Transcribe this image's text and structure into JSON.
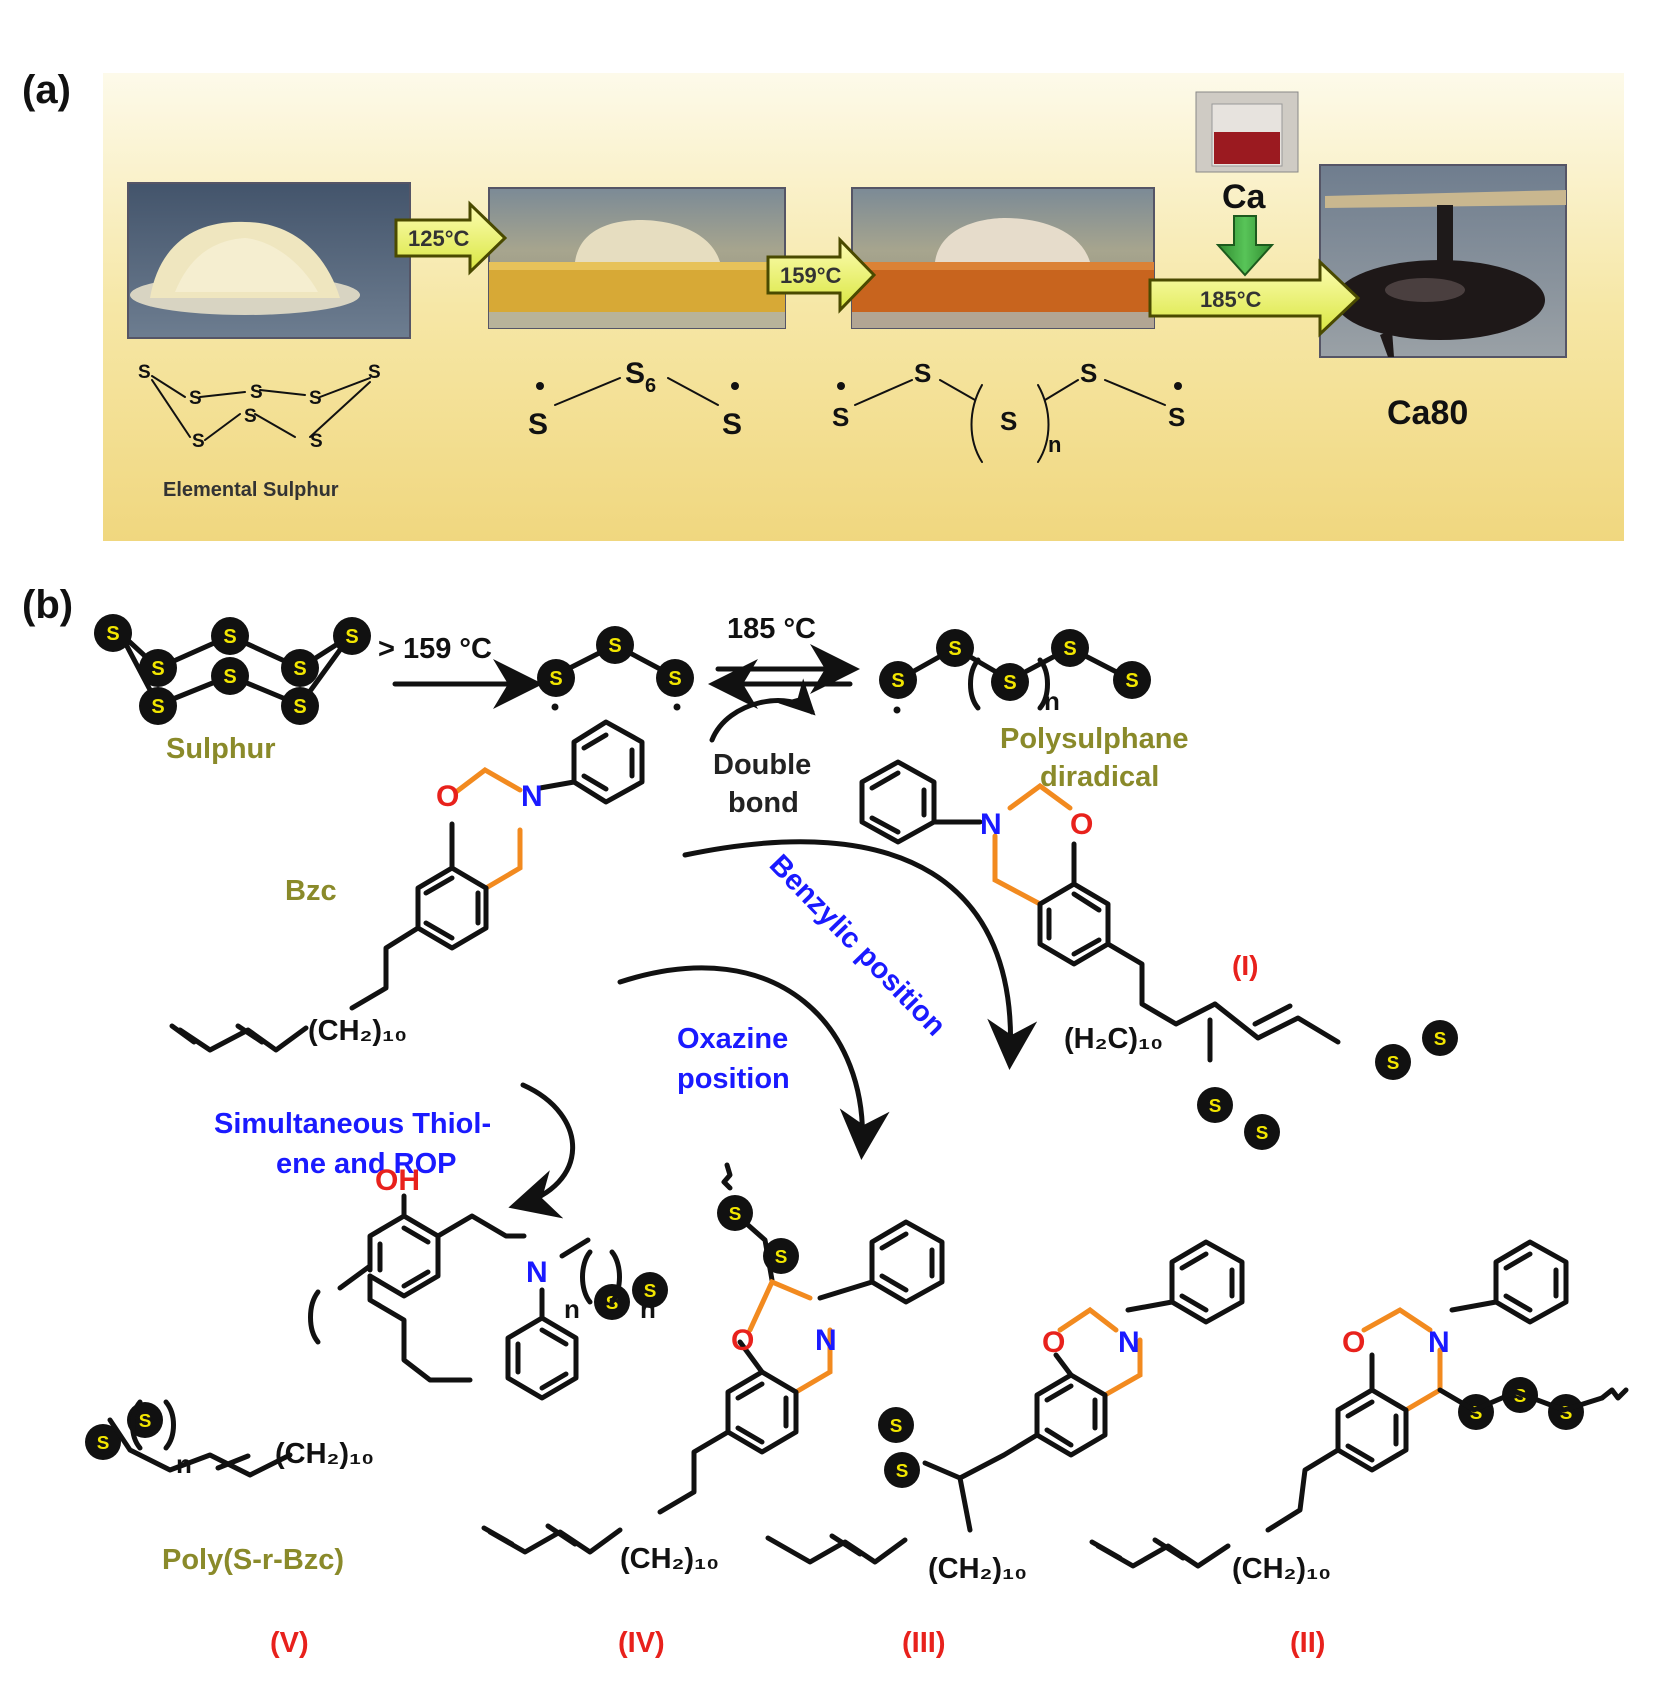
{
  "panel_a": {
    "label": "(a)",
    "arrows": [
      "125°C",
      "159°C",
      "185°C"
    ],
    "additive": "Ca",
    "product": "Ca80",
    "caption": "Elemental Sulphur",
    "atom_s": "S",
    "s6": "S",
    "s6_sub": "6",
    "n": "n"
  },
  "panel_b": {
    "label": "(b)",
    "cond1": "> 159 °C",
    "cond2": "185 °C",
    "sulphur": "Sulphur",
    "double_bond_1": "Double",
    "double_bond_2": "bond",
    "diradical_1": "Polysulphane",
    "diradical_2": "diradical",
    "bzc": "Bzc",
    "benzylic": "Benzylic position",
    "oxazine_1": "Oxazine",
    "oxazine_2": "position",
    "thiol_1": "Simultaneous Thiol-",
    "thiol_2": "ene and ROP",
    "poly": "Poly(S-r-Bzc)",
    "roman": [
      "(I)",
      "(II)",
      "(III)",
      "(IV)",
      "(V)"
    ],
    "ch2_10": "(CH₂)₁₀",
    "h2c_10": "(H₂C)₁₀",
    "atom_o": "O",
    "atom_n": "N",
    "oh": "OH",
    "n": "n"
  },
  "colors": {
    "oxygen": "#e8211c",
    "nitrogen": "#1a1aff",
    "oxazine_ring": "#f28a1f",
    "label_olive": "#8a8a2a",
    "label_blue": "#1a1aff",
    "label_red": "#e8211c",
    "sulphur_atom_fill": "#111111",
    "sulphur_atom_text": "#f2e600"
  }
}
